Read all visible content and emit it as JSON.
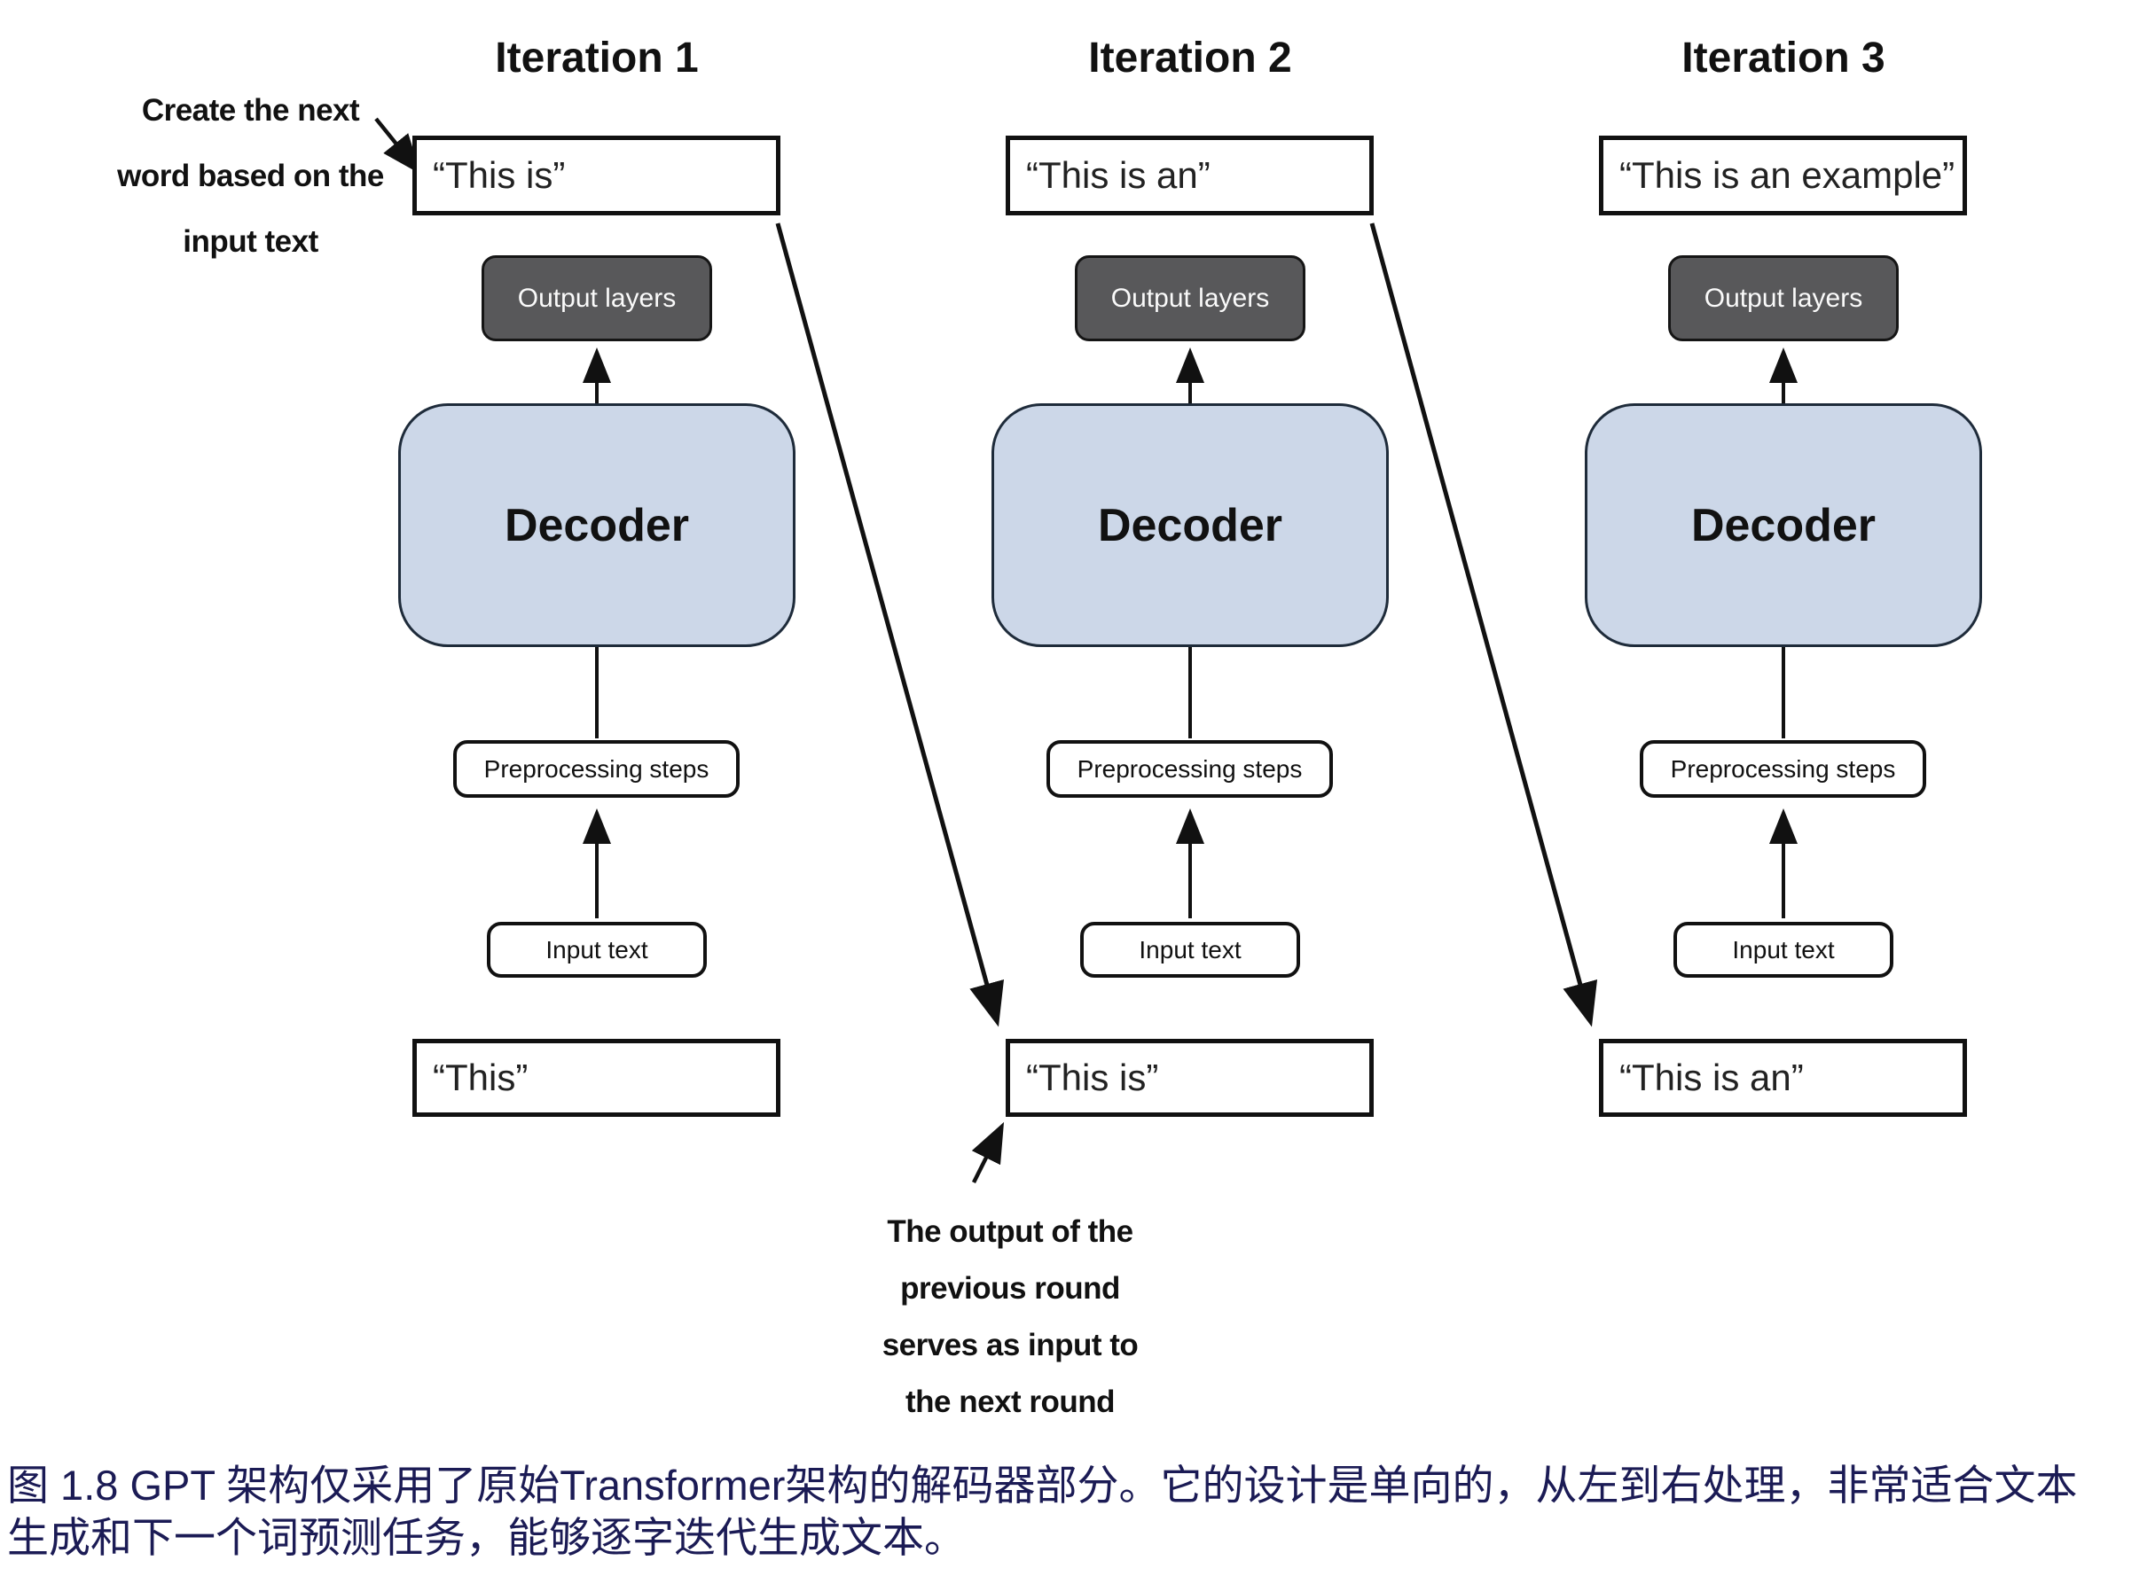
{
  "figure": {
    "columns": [
      {
        "title": "Iteration 1",
        "output_text": "“This is”",
        "output_layers_label": "Output layers",
        "decoder_label": "Decoder",
        "preprocessing_label": "Preprocessing steps",
        "input_label": "Input text",
        "input_text": "“This”"
      },
      {
        "title": "Iteration 2",
        "output_text": "“This is an”",
        "output_layers_label": "Output layers",
        "decoder_label": "Decoder",
        "preprocessing_label": "Preprocessing steps",
        "input_label": "Input text",
        "input_text": "“This is”"
      },
      {
        "title": "Iteration 3",
        "output_text": "“This is an example”",
        "output_layers_label": "Output layers",
        "decoder_label": "Decoder",
        "preprocessing_label": "Preprocessing steps",
        "input_label": "Input text",
        "input_text": "“This is an”"
      }
    ],
    "annotations": {
      "create_next": {
        "lines": [
          "Create the next",
          "word based on the",
          "input text"
        ]
      },
      "output_previous": {
        "lines": [
          "The output of the",
          "previous round",
          "serves as input to",
          "the next round"
        ]
      }
    },
    "caption": {
      "line1": "图 1.8  GPT 架构仅采用了原始Transformer架构的解码器部分。它的设计是单向的，从左到右处理，非常适合文本",
      "line2": "生成和下一个词预测任务，能够逐字迭代生成文本。"
    },
    "colors": {
      "decoder_fill": "#ccd7e8",
      "decoder_border": "#1e2b3a",
      "output_layers_fill": "#58585a",
      "box_border": "#111111",
      "caption_color": "#1b1b55",
      "arrow_color": "#111111"
    }
  }
}
